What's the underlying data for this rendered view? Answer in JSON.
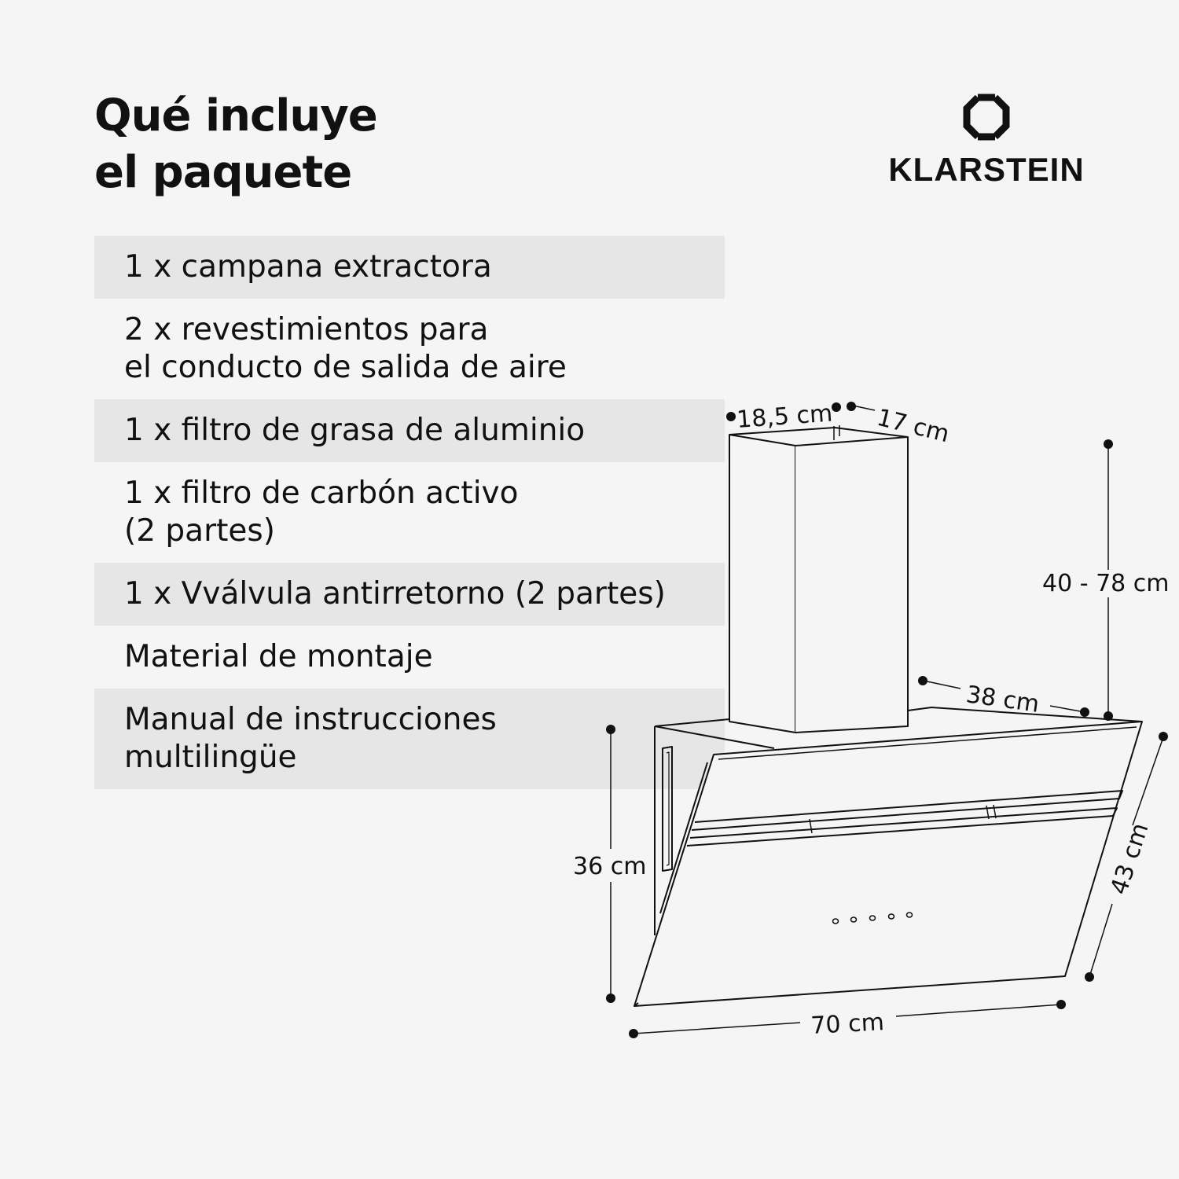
{
  "title": {
    "line1": "Qué incluye",
    "line2": "el paquete"
  },
  "brand": {
    "name": "KLARSTEIN",
    "logo_icon": "klarstein-diamond-logo"
  },
  "items": [
    {
      "lines": [
        "1 x campana extractora"
      ],
      "shaded": true
    },
    {
      "lines": [
        "2 x revestimientos para",
        "el conducto de salida de aire"
      ],
      "shaded": false
    },
    {
      "lines": [
        "1 x filtro de grasa de aluminio"
      ],
      "shaded": true
    },
    {
      "lines": [
        "1 x filtro de carbón activo",
        "(2 partes)"
      ],
      "shaded": false
    },
    {
      "lines": [
        "1 x Vválvula antirretorno (2 partes)"
      ],
      "shaded": true
    },
    {
      "lines": [
        "Material de montaje"
      ],
      "shaded": false
    },
    {
      "lines": [
        "Manual de instrucciones",
        "multilingüe"
      ],
      "shaded": true
    }
  ],
  "dimensions": {
    "chimney_width": "18,5 cm",
    "chimney_depth": "17 cm",
    "chimney_height": "40 - 78 cm",
    "hood_depth": "38 cm",
    "hood_height": "36 cm",
    "glass_height": "43 cm",
    "hood_width": "70 cm"
  },
  "colors": {
    "background": "#f5f5f5",
    "shaded_row": "#e6e6e6",
    "ink": "#111111"
  }
}
